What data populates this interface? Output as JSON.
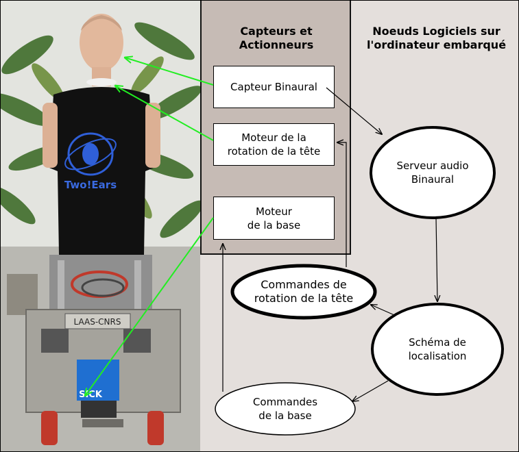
{
  "panels": {
    "sensors_heading": [
      "Capteurs et",
      "Actionneurs"
    ],
    "software_heading": [
      "Noeuds Logiciels sur",
      "l'ordinateur embarqué"
    ]
  },
  "boxes": {
    "binaural_sensor": [
      "Capteur Binaural"
    ],
    "head_motor": [
      "Moteur de la",
      "rotation de la tête"
    ],
    "base_motor": [
      "Moteur",
      "de la base"
    ]
  },
  "nodes": {
    "audio_server": [
      "Serveur audio",
      "Binaural"
    ],
    "head_commands": [
      "Commandes de",
      "rotation de la tête"
    ],
    "localisation": [
      "Schéma de",
      "localisation"
    ],
    "base_commands": [
      "Commandes",
      "de la base"
    ]
  },
  "photo": {
    "shirt_logo": "Two!Ears",
    "robot_plate": "LAAS-CNRS",
    "sensor_brand": "SICK"
  },
  "colors": {
    "arrow_green": "#22ee22",
    "sensors_panel": "#c6bbb5",
    "software_panel": "#e4dfdc"
  }
}
